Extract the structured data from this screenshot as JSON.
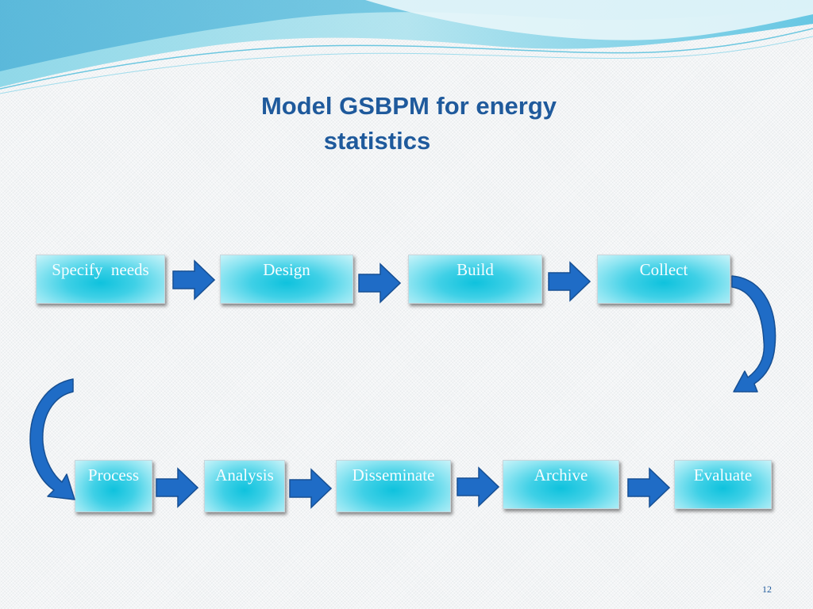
{
  "title": {
    "line1": "Model GSBPM for energy",
    "line2": "statistics"
  },
  "boxes": {
    "specify_needs": "Specify  needs",
    "design": "Design",
    "build": "Build",
    "collect": "Collect",
    "process": "Process",
    "analysis": "Analysis",
    "disseminate": "Disseminate",
    "archive": "Archive",
    "evaluate": "Evaluate"
  },
  "page_number": "12",
  "colors": {
    "title": "#1f5a9c",
    "box_center": "#0fc2dd",
    "arrow": "#1f6cc6"
  }
}
